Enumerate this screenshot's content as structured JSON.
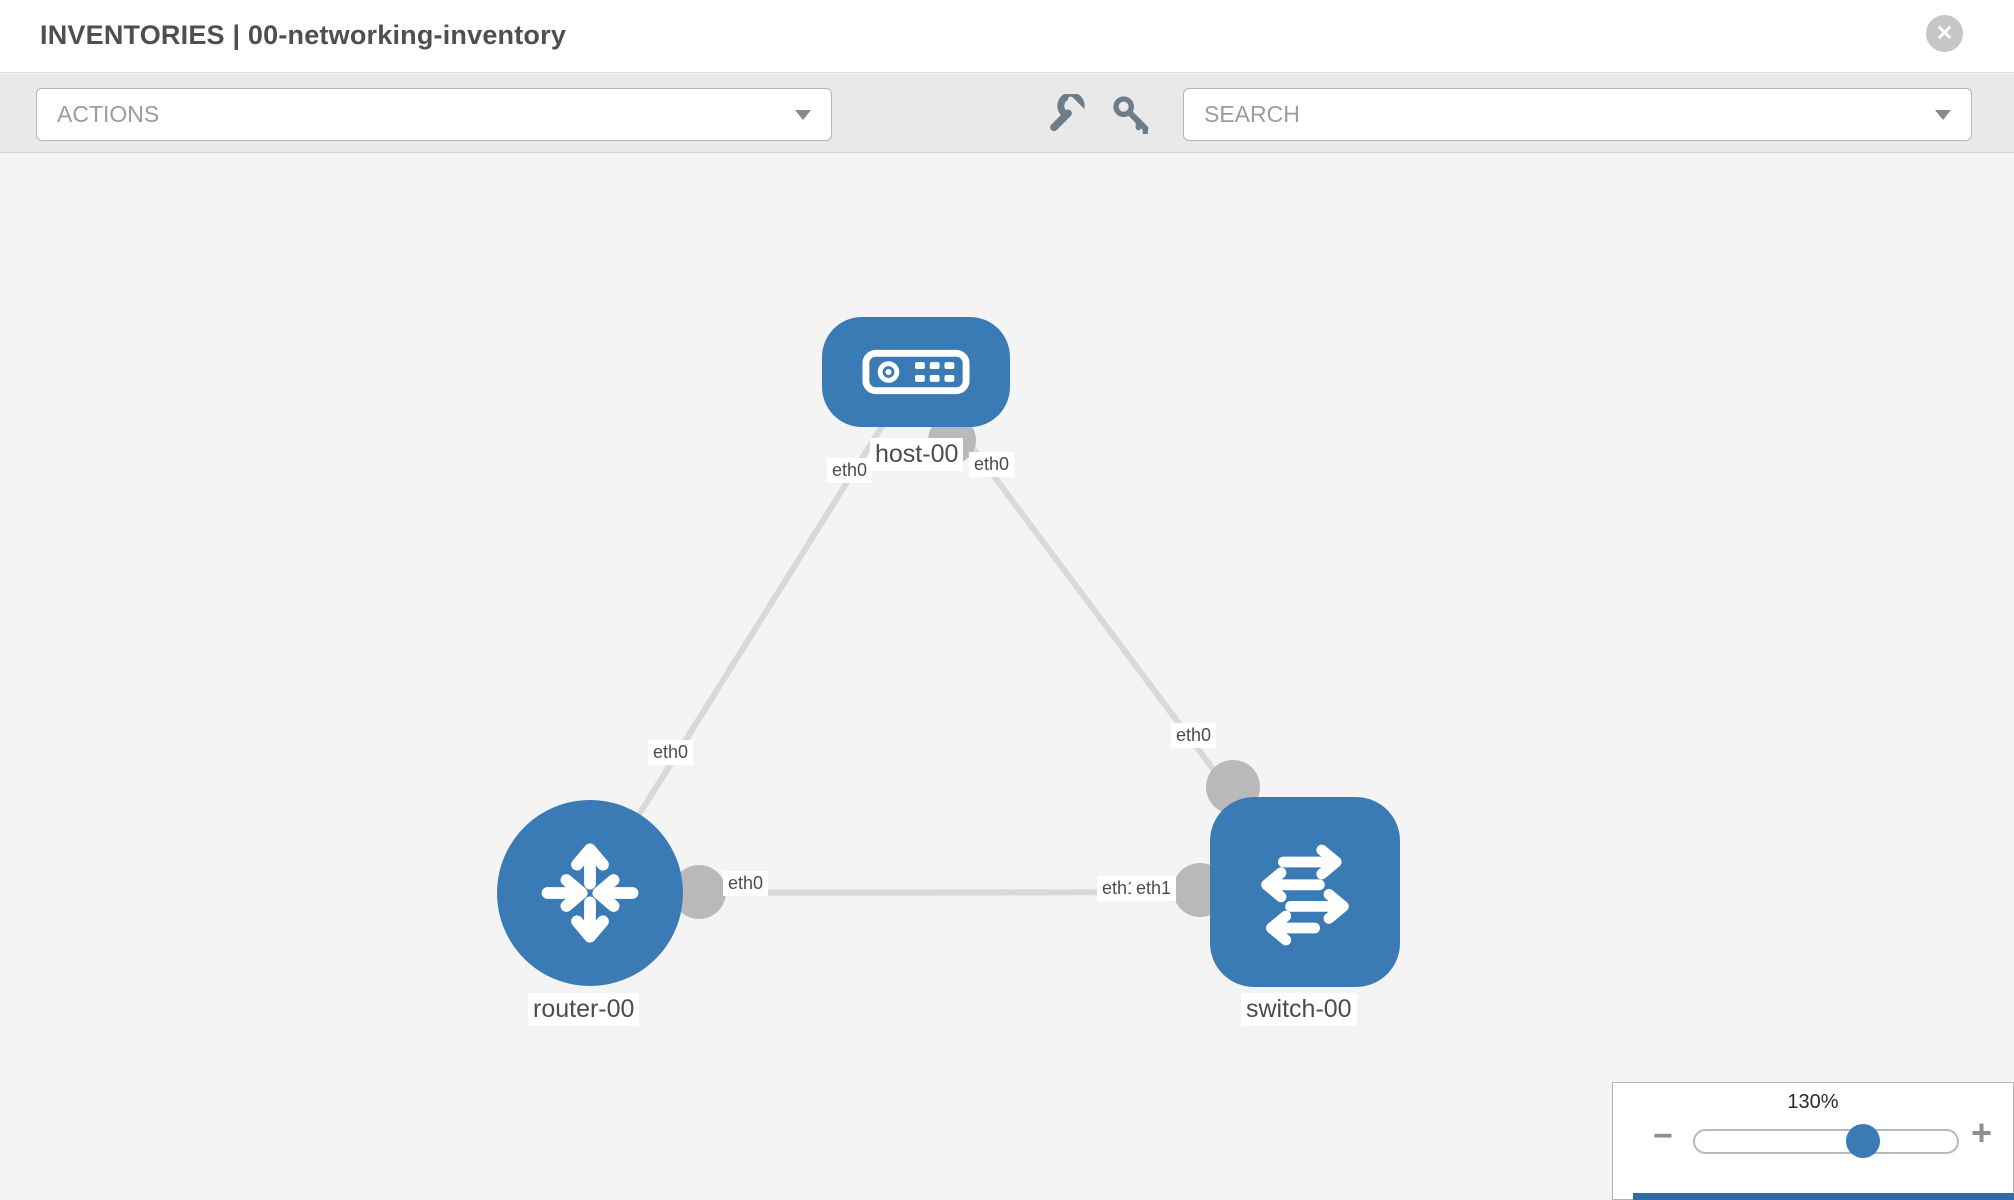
{
  "header": {
    "title": "INVENTORIES | 00-networking-inventory"
  },
  "toolbar": {
    "actions_label": "ACTIONS",
    "search_placeholder": "SEARCH",
    "icons": [
      "wrench-icon",
      "key-icon"
    ]
  },
  "topology": {
    "nodes": [
      {
        "id": "host-00",
        "type": "host",
        "label": "host-00"
      },
      {
        "id": "router-00",
        "type": "router",
        "label": "router-00"
      },
      {
        "id": "switch-00",
        "type": "switch",
        "label": "switch-00"
      }
    ],
    "links": [
      {
        "from": "host-00",
        "to": "router-00",
        "from_iface": "eth0",
        "to_iface": "eth0"
      },
      {
        "from": "host-00",
        "to": "switch-00",
        "from_iface": "eth0",
        "to_iface": "eth0"
      },
      {
        "from": "router-00",
        "to": "switch-00",
        "from_iface": "eth0",
        "to_iface": "eth1"
      }
    ]
  },
  "zoom_widget": {
    "level": "130%",
    "minus_label": "−",
    "plus_label": "+"
  },
  "icons": {
    "close": "✕"
  },
  "colors": {
    "node_blue": "#3b7bb5",
    "link_gray": "#d9d9d9",
    "connector_gray": "#b9b9b9",
    "accent_blue": "#2e6da4"
  }
}
